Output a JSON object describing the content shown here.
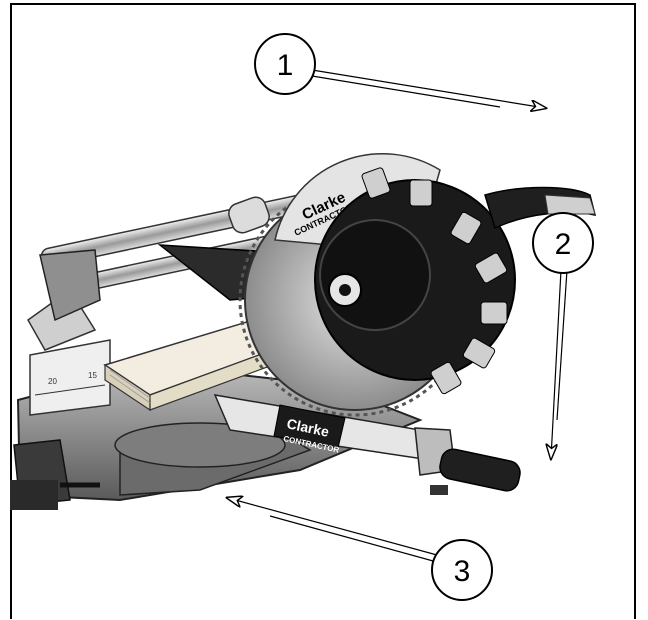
{
  "figure": {
    "callouts": [
      {
        "number": "1"
      },
      {
        "number": "2"
      },
      {
        "number": "3"
      }
    ],
    "brand": {
      "name": "Clarke",
      "series": "CONTRACTOR"
    },
    "scale_labels": [
      "20",
      "15"
    ],
    "colors": {
      "ink": "#000000",
      "metal_light": "#d9d9d9",
      "metal_mid": "#a6a6a6",
      "metal_dark": "#4d4d4d",
      "guard_black": "#1a1a1a",
      "wood": "#e8e2d0"
    }
  }
}
